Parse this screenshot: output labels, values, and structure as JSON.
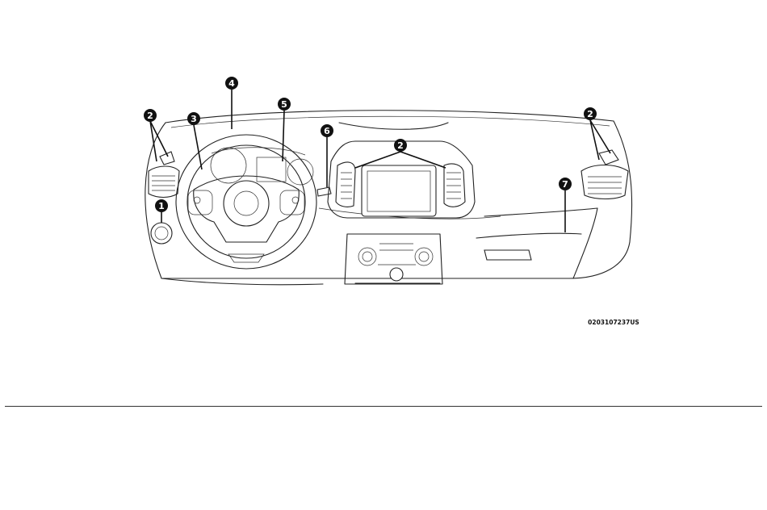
{
  "figure": {
    "image_code": "0203107237US",
    "callouts": [
      {
        "id": "callout-1",
        "label": "1"
      },
      {
        "id": "callout-2-left",
        "label": "2"
      },
      {
        "id": "callout-2-center",
        "label": "2"
      },
      {
        "id": "callout-2-right",
        "label": "2"
      },
      {
        "id": "callout-3",
        "label": "3"
      },
      {
        "id": "callout-4",
        "label": "4"
      },
      {
        "id": "callout-5",
        "label": "5"
      },
      {
        "id": "callout-6",
        "label": "6"
      },
      {
        "id": "callout-7",
        "label": "7"
      }
    ]
  }
}
